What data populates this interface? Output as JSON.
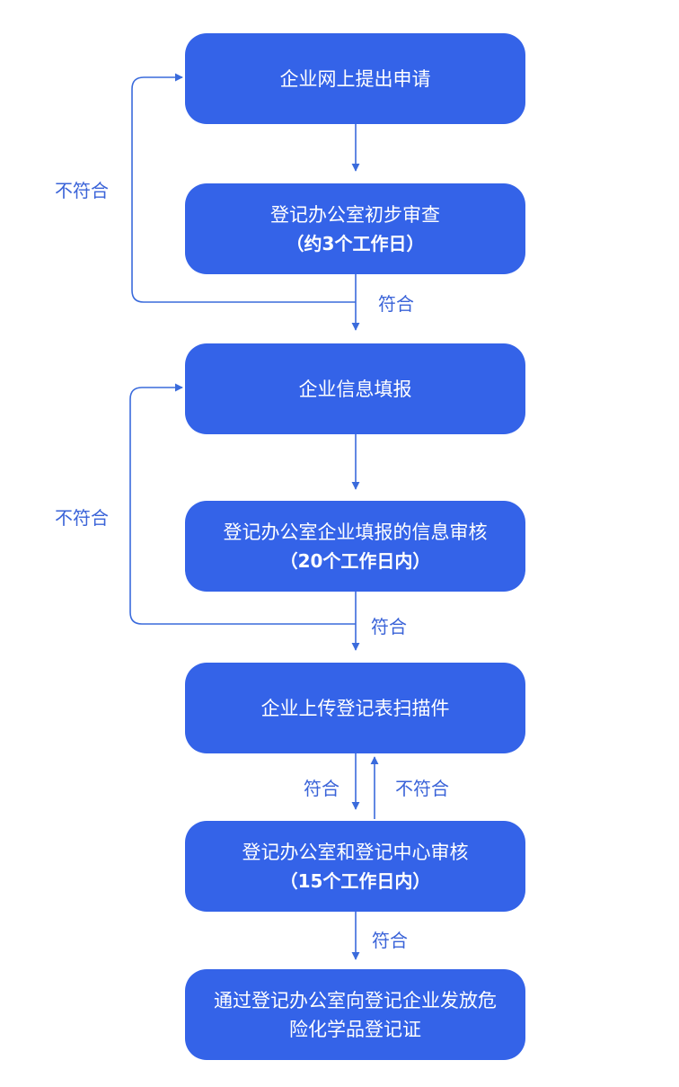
{
  "colors": {
    "node_fill": "#3463e8",
    "node_text": "#ffffff",
    "connector": "#3a6bdc",
    "label_text": "#3a63d8",
    "background": "#ffffff"
  },
  "steps": [
    {
      "id": "apply-online",
      "line1": "企业网上提出申请",
      "line2": ""
    },
    {
      "id": "initial-review",
      "line1": "登记办公室初步审查",
      "line2": "（约3个工作日）"
    },
    {
      "id": "fill-info",
      "line1": "企业信息填报",
      "line2": ""
    },
    {
      "id": "info-review",
      "line1": "登记办公室企业填报的信息审核",
      "line2": "（20个工作日内）"
    },
    {
      "id": "upload-scan",
      "line1": "企业上传登记表扫描件",
      "line2": ""
    },
    {
      "id": "center-review",
      "line1": "登记办公室和登记中心审核",
      "line2": "（15个工作日内）"
    },
    {
      "id": "issue-cert",
      "line1": "通过登记办公室向登记企业发放危",
      "line2": "险化学品登记证"
    }
  ],
  "labels": {
    "reject_1": "不符合",
    "pass_1": "符合",
    "reject_2": "不符合",
    "pass_2": "符合",
    "pass_3": "符合",
    "reject_3": "不符合",
    "pass_4": "符合"
  }
}
